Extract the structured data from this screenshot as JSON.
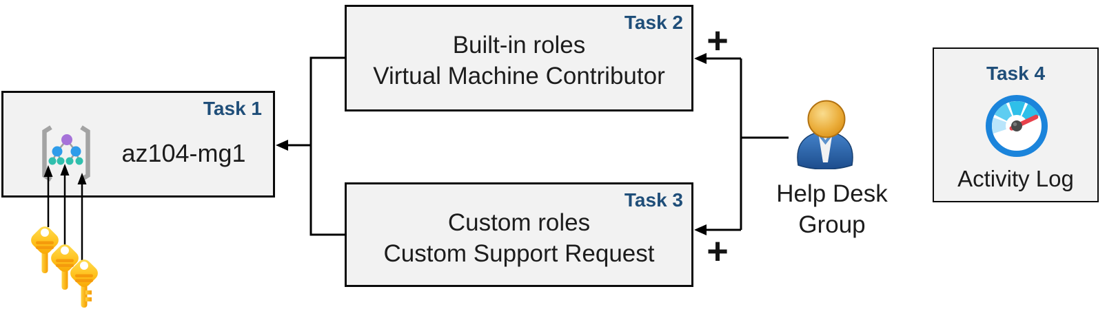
{
  "tasks": {
    "task1": {
      "badge": "Task 1",
      "name": "az104-mg1"
    },
    "task2": {
      "badge": "Task 2",
      "lines": [
        "Built-in roles",
        "Virtual Machine Contributor"
      ]
    },
    "task3": {
      "badge": "Task 3",
      "lines": [
        "Custom roles",
        "Custom Support Request"
      ]
    },
    "task4": {
      "badge": "Task 4",
      "name": "Activity Log"
    }
  },
  "actors": {
    "help_desk_group": {
      "label": "Help Desk Group"
    }
  },
  "symbols": {
    "plus_assign_builtin": "+",
    "plus_assign_custom": "+"
  },
  "icons": {
    "task1": "management-group-icon",
    "task4": "activity-log-gauge-icon",
    "help_desk_group": "person-icon",
    "task1_credentials": "keys-icon"
  },
  "colors": {
    "task_badge": "#1F4E79",
    "box_fill": "#F2F2F2",
    "box_border": "#0A0A0A",
    "body_text": "#1C1C1C",
    "connector": "#000000",
    "key_gold": "#FFC21E",
    "key_stripe_orange": "#F59B0C",
    "gauge_ring_blue": "#1B84DB",
    "gauge_segment_cyan": "#2FBFE9",
    "gauge_needle_red": "#E8414B",
    "person_head_orange": "#E1991F",
    "person_body_blue": "#2E6CB5",
    "mg_purple": "#A672D9",
    "mg_node_blue": "#2E9CEA",
    "mg_node_teal": "#30BFAD",
    "mg_bracket_gray": "#A3A3A3"
  }
}
